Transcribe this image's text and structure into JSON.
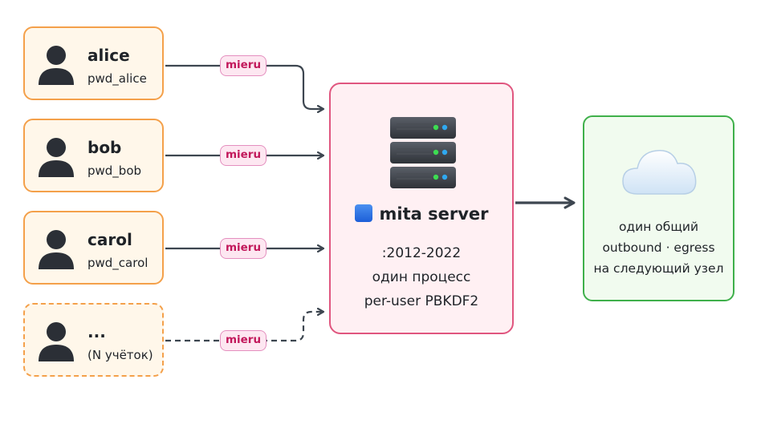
{
  "users": [
    {
      "name": "alice",
      "sub": "pwd_alice"
    },
    {
      "name": "bob",
      "sub": "pwd_bob"
    },
    {
      "name": "carol",
      "sub": "pwd_carol"
    },
    {
      "name": "...",
      "sub": "(N учёток)"
    }
  ],
  "tags": [
    "mieru",
    "mieru",
    "mieru",
    "mieru"
  ],
  "server": {
    "title": "mita server",
    "lines": [
      ":2012-2022",
      "один процесс",
      "per-user PBKDF2"
    ]
  },
  "egress": {
    "lines": [
      "один общий",
      "outbound · egress",
      "на следующий узел"
    ]
  },
  "colors": {
    "user_border": "#f4a04a",
    "server_border": "#e0567f",
    "egress_border": "#3fb04b",
    "tag_text": "#c2185b",
    "connector": "#3d4650"
  }
}
